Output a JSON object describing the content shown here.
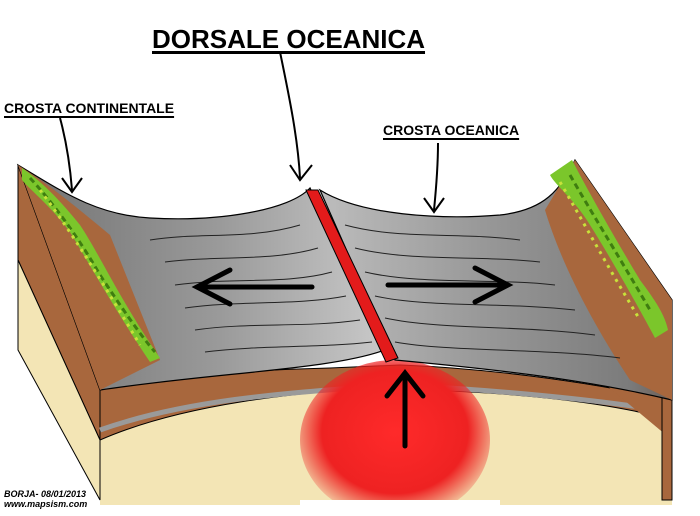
{
  "diagram": {
    "title": "DORSALE OCEANICA",
    "labels": {
      "continental_crust": "CROSTA CONTINENTALE",
      "oceanic_crust": "CROSTA OCEANICA"
    },
    "credit": {
      "author_date": "BORJA- 08/01/2013",
      "website": "www.mapsism.com"
    },
    "colors": {
      "ridge": "#e31b1b",
      "magma": "#ee2222",
      "oceanic_crust": "#8f8f8f",
      "continental_crust": "#a8673d",
      "mantle": "#f3e5b5",
      "vegetation": "#7bc62b"
    }
  }
}
